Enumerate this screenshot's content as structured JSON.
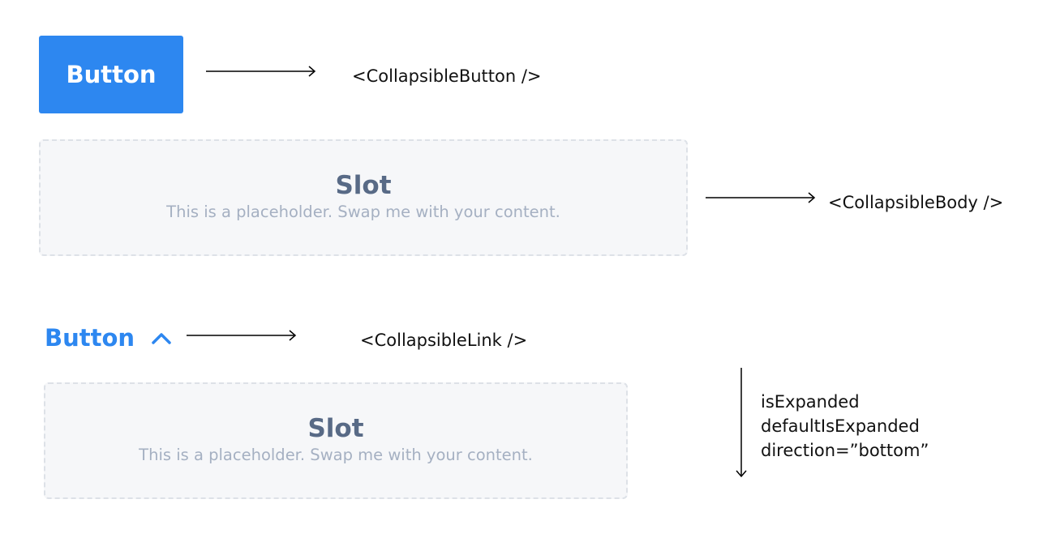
{
  "collapsible_button": {
    "button_label": "Button",
    "component_label": "<CollapsibleButton />"
  },
  "collapsible_body": {
    "slot_title": "Slot",
    "slot_text": "This is a placeholder. Swap me with your content.",
    "component_label": "<CollapsibleBody />"
  },
  "collapsible_link": {
    "link_label": "Button",
    "link_icon": "chevron-up-icon",
    "component_label": "<CollapsibleLink />",
    "slot_title": "Slot",
    "slot_text": "This is a placeholder. Swap me with your content."
  },
  "props": {
    "items": [
      "isExpanded",
      "defaultIsExpanded",
      "direction=”bottom”"
    ]
  },
  "colors": {
    "primary": "#2d87f0",
    "slot_background": "#f6f7f9",
    "slot_border": "#dde1e7",
    "slot_title": "#586a86",
    "slot_text": "#a5b0c2"
  }
}
